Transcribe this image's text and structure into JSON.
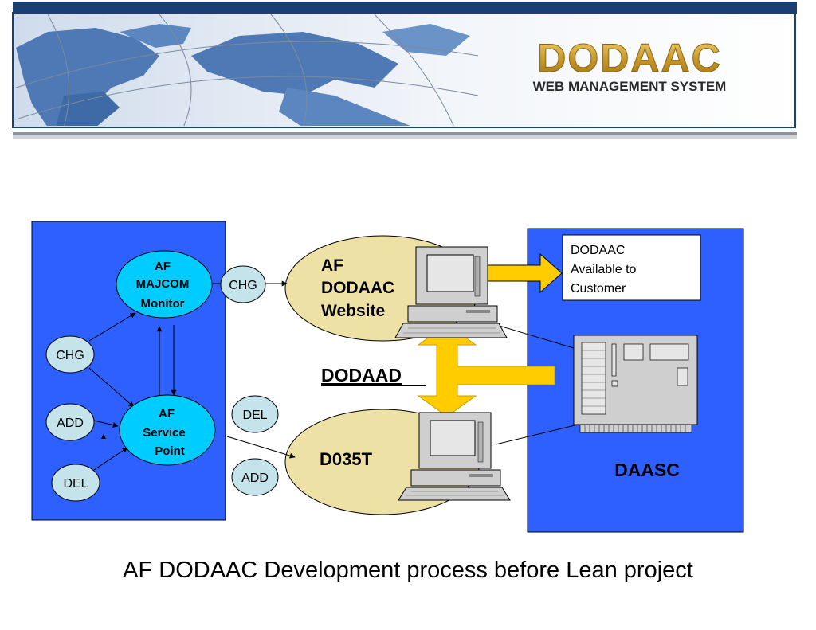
{
  "banner": {
    "logo_text": "DODAAC",
    "logo_subtitle": "WEB MANAGEMENT SYSTEM",
    "colors": {
      "top_bar": "#1b3f73",
      "gold": "#c8a235",
      "map_land": "#4f79b4",
      "map_sea": "#dde6f1"
    }
  },
  "diagram": {
    "majcom_monitor": {
      "line1": "AF",
      "line2": "MAJCOM",
      "line3": "Monitor"
    },
    "service_point": {
      "line1": "AF",
      "line2": "Service",
      "line3": "Point"
    },
    "left_chg": "CHG",
    "left_add": "ADD",
    "left_del": "DEL",
    "mid_chg": "CHG",
    "mid_del": "DEL",
    "mid_add": "ADD",
    "website": {
      "line1": "AF",
      "line2": "DODAAC",
      "line3": "Website"
    },
    "d035t": "D035T",
    "dodaad": "DODAAD",
    "daasc": "DAASC",
    "available_box": {
      "line1": "DODAAC",
      "line2": "Available to",
      "line3": "Customer"
    },
    "colors": {
      "panel_blue": "#2e5fff",
      "node_cyan": "#00ccff",
      "bubble_light": "#c5e3ea",
      "ellipse_tan": "#ede1a5",
      "arrow_gold": "#ffcc00"
    }
  },
  "caption": "AF DODAAC Development process before Lean project"
}
